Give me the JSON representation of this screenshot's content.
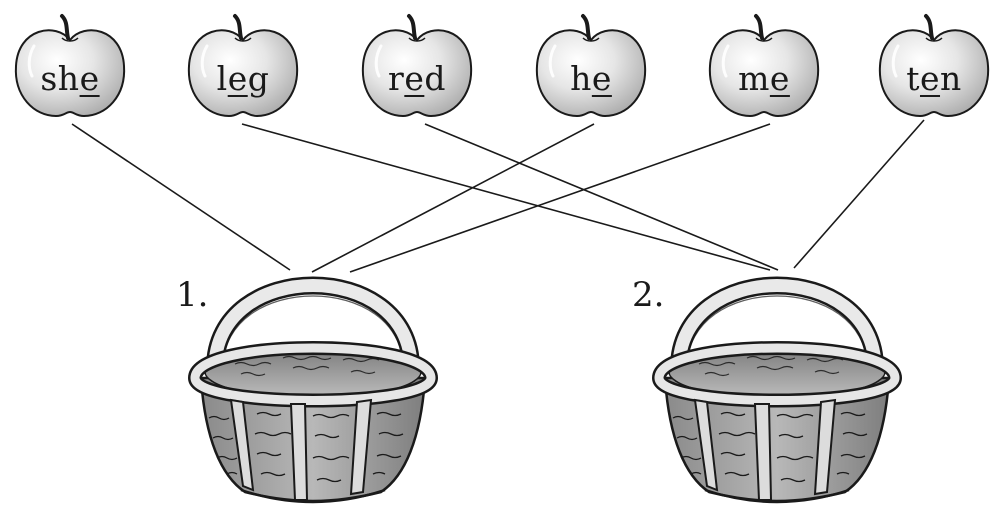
{
  "apples": [
    {
      "word": "she",
      "pre": "sh",
      "underlined": "e",
      "post": ""
    },
    {
      "word": "leg",
      "pre": "l",
      "underlined": "e",
      "post": "g"
    },
    {
      "word": "red",
      "pre": "r",
      "underlined": "e",
      "post": "d"
    },
    {
      "word": "he",
      "pre": "h",
      "underlined": "e",
      "post": ""
    },
    {
      "word": "me",
      "pre": "m",
      "underlined": "e",
      "post": ""
    },
    {
      "word": "ten",
      "pre": "t",
      "underlined": "e",
      "post": "n"
    }
  ],
  "baskets": [
    {
      "number": "1."
    },
    {
      "number": "2."
    }
  ],
  "matches": [
    {
      "word": "she",
      "basket": "1."
    },
    {
      "word": "leg",
      "basket": "2."
    },
    {
      "word": "red",
      "basket": "2."
    },
    {
      "word": "he",
      "basket": "1."
    },
    {
      "word": "me",
      "basket": "1."
    },
    {
      "word": "ten",
      "basket": "2."
    }
  ],
  "colors": {
    "ink": "#1a1a1a",
    "apple_fill": "#e8e8e8",
    "basket_shade": "#9a9a9a",
    "basket_light": "#d4d4d4"
  }
}
